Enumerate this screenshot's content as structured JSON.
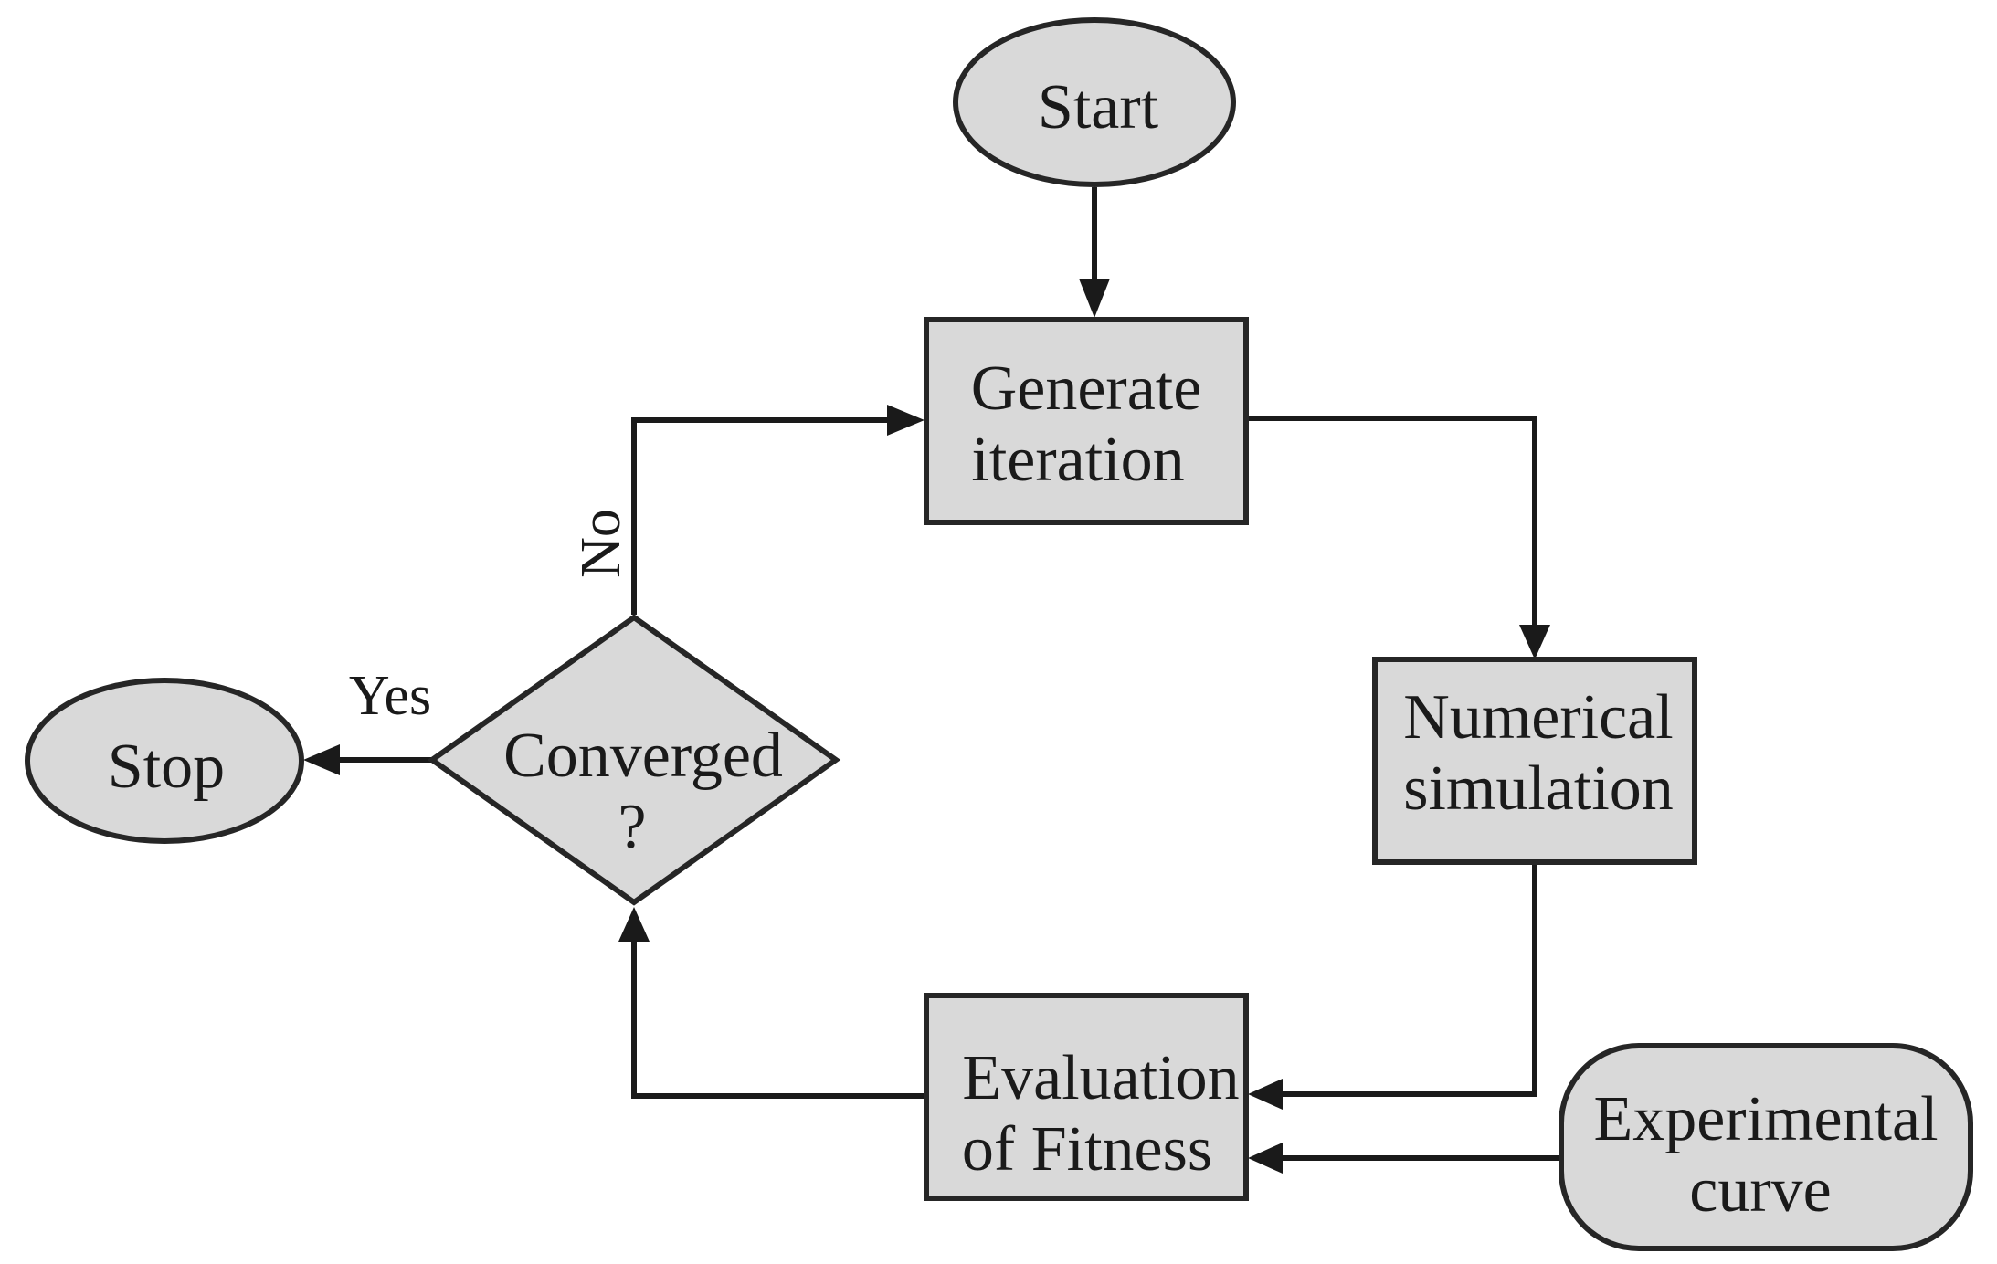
{
  "nodes": {
    "start": "Start",
    "generate": [
      "Generate",
      "iteration"
    ],
    "simulation": [
      "Numerical",
      "simulation"
    ],
    "evaluation": [
      "Evaluation",
      "of Fitness"
    ],
    "experimental": [
      "Experimental",
      "curve"
    ],
    "decision": [
      "Converged",
      "?"
    ],
    "stop": "Stop"
  },
  "edges": {
    "yes": "Yes",
    "no": "No"
  },
  "colors": {
    "node_fill": "#d9d9d9",
    "stroke": "#262626",
    "text": "#1a1a1a"
  }
}
